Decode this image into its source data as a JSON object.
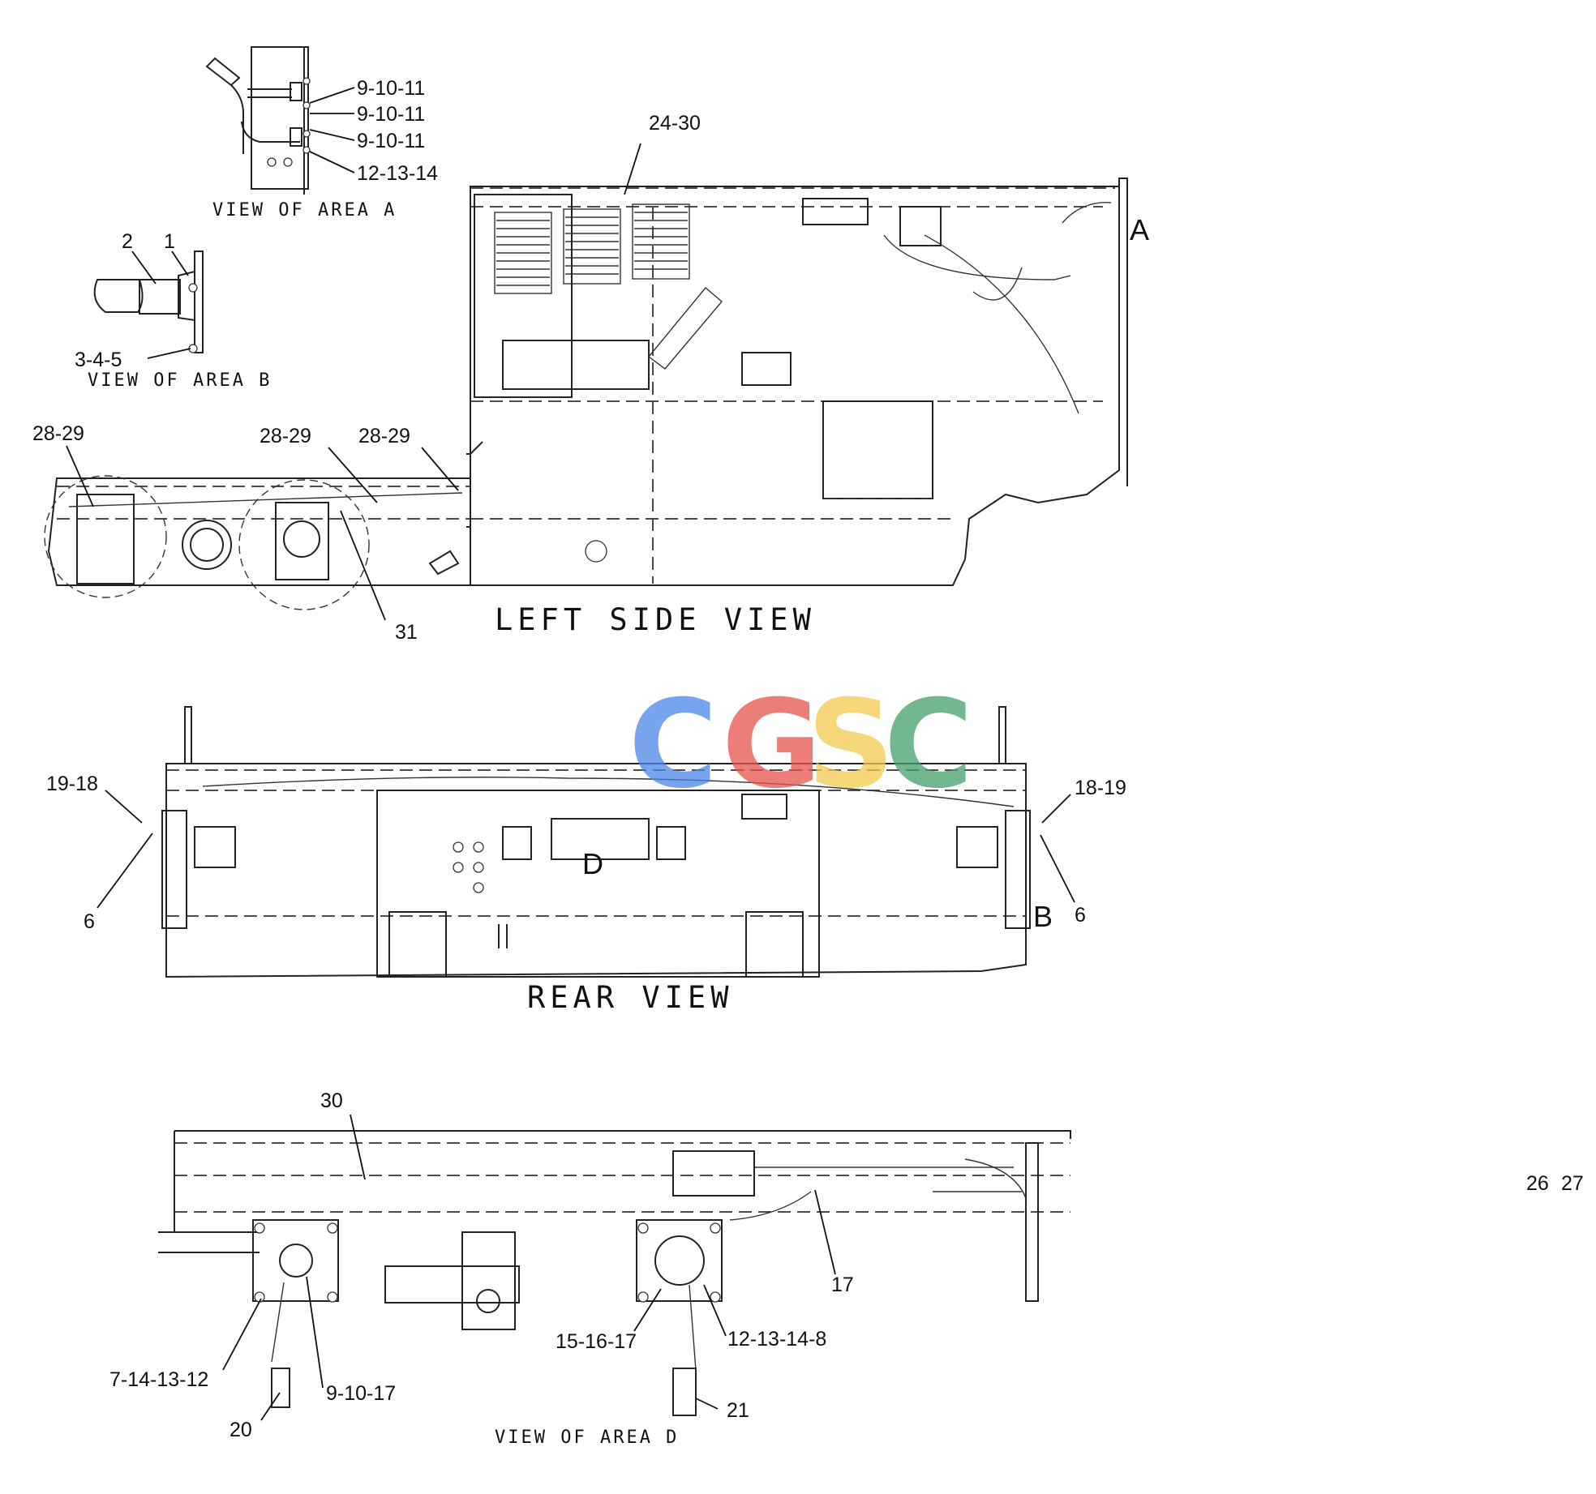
{
  "views": {
    "area_a": {
      "caption": "VIEW OF AREA A",
      "callouts": [
        "9-10-11",
        "9-10-11",
        "9-10-11",
        "12-13-14"
      ]
    },
    "area_b": {
      "caption": "VIEW OF AREA B",
      "callouts": [
        "2",
        "1",
        "3-4-5"
      ]
    },
    "left_side": {
      "title": "LEFT SIDE VIEW",
      "callouts": [
        "24-30",
        "28-29",
        "28-29",
        "28-29",
        "31"
      ],
      "area_marker": "A"
    },
    "rear": {
      "title": "REAR VIEW",
      "callouts": [
        "19-18",
        "18-19",
        "6",
        "6"
      ],
      "area_markers": [
        "D",
        "B"
      ]
    },
    "area_d": {
      "caption": "VIEW OF AREA D",
      "callouts": [
        "30",
        "17",
        "15-16-17",
        "12-13-14-8",
        "7-14-13-12",
        "9-10-17",
        "20",
        "21"
      ]
    }
  },
  "margin_refs": [
    "26",
    "27"
  ],
  "watermark": {
    "text": "CGSC",
    "letters": [
      "C",
      "G",
      "S",
      "C"
    ],
    "colors": [
      "#4a86e8",
      "#e8534a",
      "#f2c94c",
      "#43a06b"
    ]
  }
}
